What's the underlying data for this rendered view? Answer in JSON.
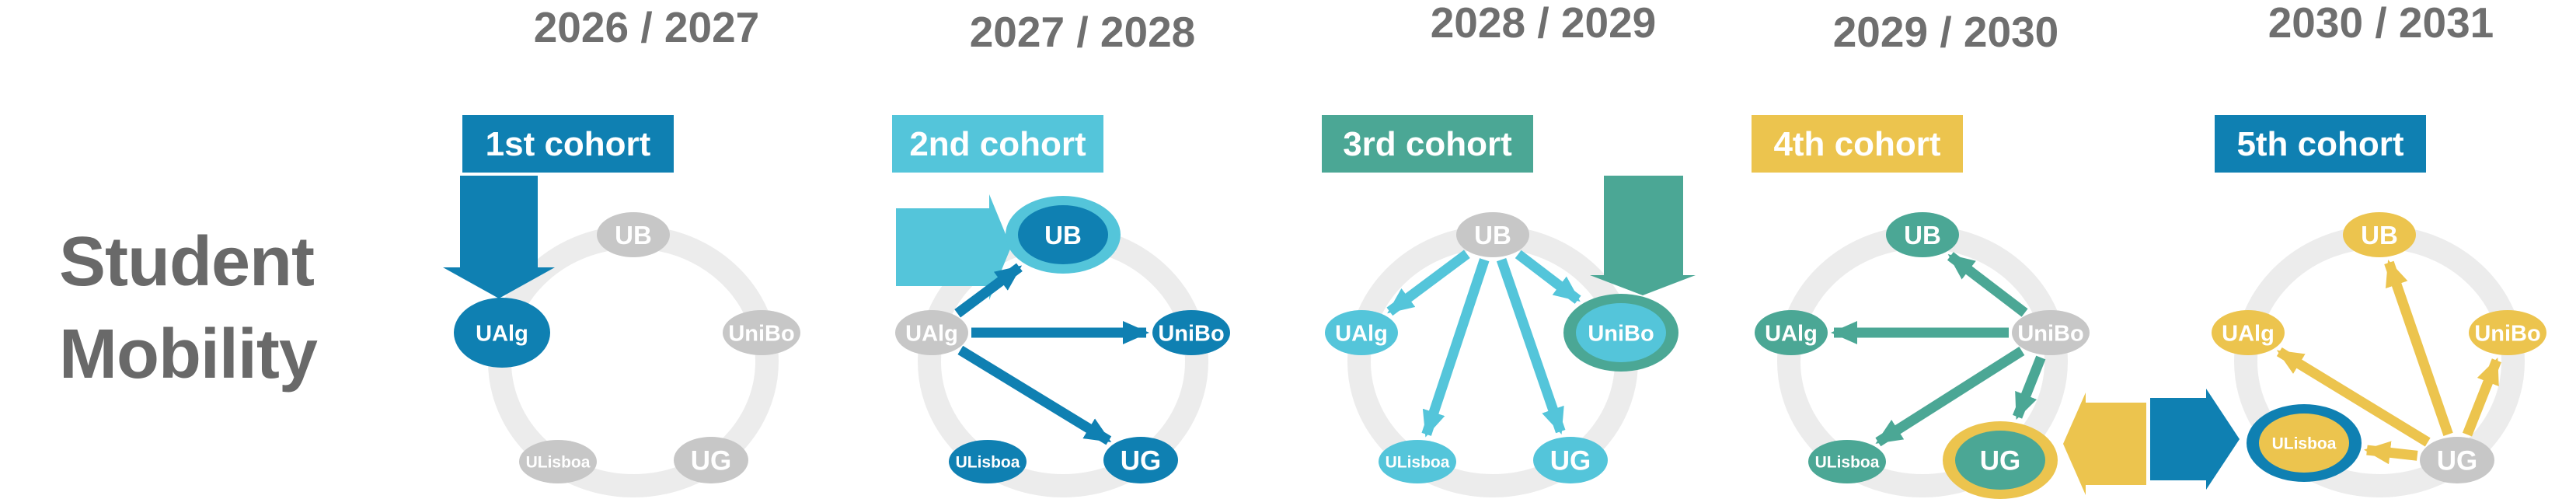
{
  "sidebar_title": {
    "line1": "Student",
    "line2": "Mobility",
    "color": "#696969"
  },
  "universities": [
    "UB",
    "UniBo",
    "UG",
    "ULisboa",
    "UAlg"
  ],
  "ring_order_clockwise_from_top": [
    "UB",
    "UniBo",
    "UG",
    "ULisboa",
    "UAlg"
  ],
  "colors": {
    "cohort1": "#0f80b2",
    "cohort2": "#54c5da",
    "cohort3": "#4ba795",
    "cohort4": "#ecc44e",
    "cohort5": "#0f80b2",
    "node_gray": "#c7c7c7",
    "ring_gray": "#ececec",
    "year_text": "#6f6f6f",
    "node_text": "#ffffff",
    "banner_text": "#ffffff"
  },
  "panels": [
    {
      "year": "2026 / 2027",
      "cohort": {
        "label": "1st cohort",
        "color": "cohort1"
      },
      "big_arrow": {
        "direction": "down",
        "points_to": "UAlg",
        "color": "cohort1"
      },
      "nodes": {
        "UB": {
          "style": "gray"
        },
        "UniBo": {
          "style": "gray"
        },
        "UG": {
          "style": "gray"
        },
        "ULisboa": {
          "style": "gray"
        },
        "UAlg": {
          "style": "solid-large",
          "fill": "cohort1"
        }
      },
      "flows": {
        "color": "cohort1",
        "moves": []
      }
    },
    {
      "year": "2027 / 2028",
      "cohort": {
        "label": "2nd cohort",
        "color": "cohort2"
      },
      "big_arrow": {
        "direction": "right",
        "points_to": "UB",
        "color": "cohort2"
      },
      "nodes": {
        "UB": {
          "style": "halo",
          "halo": "cohort2",
          "fill": "cohort1"
        },
        "UniBo": {
          "style": "solid",
          "fill": "cohort1"
        },
        "UG": {
          "style": "solid",
          "fill": "cohort1"
        },
        "ULisboa": {
          "style": "solid",
          "fill": "cohort1"
        },
        "UAlg": {
          "style": "gray"
        }
      },
      "flows": {
        "color": "cohort1",
        "moves": [
          {
            "from": "UAlg",
            "to": "UB"
          },
          {
            "from": "UAlg",
            "to": "UniBo"
          },
          {
            "from": "UAlg",
            "to": "UG"
          }
        ]
      }
    },
    {
      "year": "2028 / 2029",
      "cohort": {
        "label": "3rd cohort",
        "color": "cohort3"
      },
      "big_arrow": {
        "direction": "down",
        "points_to": "UniBo",
        "color": "cohort3"
      },
      "nodes": {
        "UB": {
          "style": "gray"
        },
        "UniBo": {
          "style": "halo",
          "halo": "cohort3",
          "fill": "cohort2"
        },
        "UG": {
          "style": "solid",
          "fill": "cohort2"
        },
        "ULisboa": {
          "style": "solid",
          "fill": "cohort2"
        },
        "UAlg": {
          "style": "solid",
          "fill": "cohort2"
        }
      },
      "flows": {
        "color": "cohort2",
        "moves": [
          {
            "from": "UB",
            "to": "UAlg"
          },
          {
            "from": "UB",
            "to": "ULisboa"
          },
          {
            "from": "UB",
            "to": "UG"
          },
          {
            "from": "UB",
            "to": "UniBo"
          }
        ]
      }
    },
    {
      "year": "2029 / 2030",
      "cohort": {
        "label": "4th cohort",
        "color": "cohort4"
      },
      "big_arrow": {
        "direction": "left",
        "points_to": "UG",
        "color": "cohort4"
      },
      "nodes": {
        "UB": {
          "style": "solid",
          "fill": "cohort3"
        },
        "UniBo": {
          "style": "gray"
        },
        "UG": {
          "style": "halo",
          "halo": "cohort4",
          "fill": "cohort3"
        },
        "ULisboa": {
          "style": "solid",
          "fill": "cohort3"
        },
        "UAlg": {
          "style": "solid",
          "fill": "cohort3"
        }
      },
      "flows": {
        "color": "cohort3",
        "moves": [
          {
            "from": "UniBo",
            "to": "UB"
          },
          {
            "from": "UniBo",
            "to": "UAlg"
          },
          {
            "from": "UniBo",
            "to": "ULisboa"
          },
          {
            "from": "UniBo",
            "to": "UG"
          }
        ]
      }
    },
    {
      "year": "2030 / 2031",
      "cohort": {
        "label": "5th cohort",
        "color": "cohort5"
      },
      "big_arrow": {
        "direction": "right",
        "points_to": "ULisboa",
        "color": "cohort5"
      },
      "nodes": {
        "UB": {
          "style": "solid",
          "fill": "cohort4"
        },
        "UniBo": {
          "style": "solid",
          "fill": "cohort4"
        },
        "UG": {
          "style": "gray"
        },
        "ULisboa": {
          "style": "halo",
          "halo": "cohort5",
          "fill": "cohort4"
        },
        "UAlg": {
          "style": "solid",
          "fill": "cohort4"
        }
      },
      "flows": {
        "color": "cohort4",
        "moves": [
          {
            "from": "UG",
            "to": "UB"
          },
          {
            "from": "UG",
            "to": "UAlg"
          },
          {
            "from": "UG",
            "to": "UniBo"
          },
          {
            "from": "UG",
            "to": "ULisboa"
          }
        ]
      }
    }
  ]
}
